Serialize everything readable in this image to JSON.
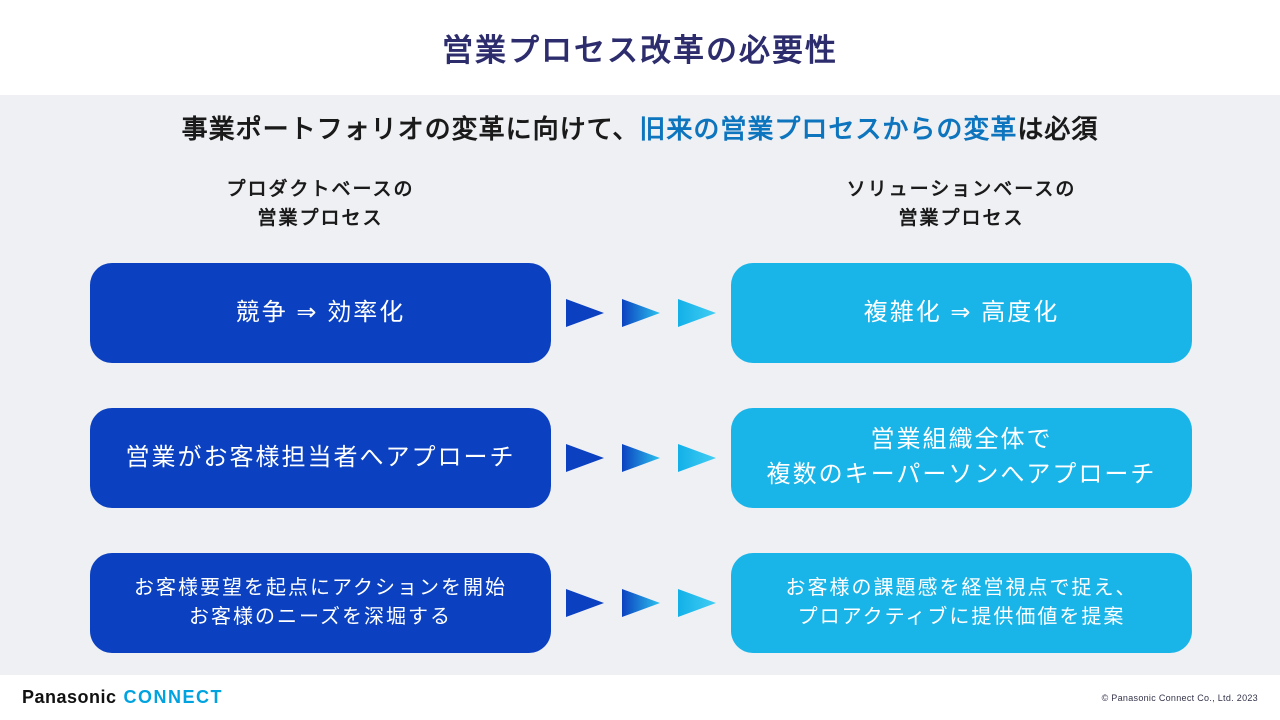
{
  "slide": {
    "title": "営業プロセス改革の必要性",
    "subtitle": {
      "prefix": "事業ポートフォリオの変革に向けて、",
      "highlight": "旧来の営業プロセスからの変革",
      "suffix": "は必須"
    },
    "columns": {
      "left": {
        "line1": "プロダクトベースの",
        "line2": "営業プロセス"
      },
      "right": {
        "line1": "ソリューションベースの",
        "line2": "営業プロセス"
      }
    },
    "process_rows": [
      {
        "left_lines": [
          "競争 ⇒ 効率化"
        ],
        "right_lines": [
          "複雑化 ⇒ 高度化"
        ]
      },
      {
        "left_lines": [
          "営業がお客様担当者へアプローチ"
        ],
        "right_lines": [
          "営業組織全体で",
          "複数のキーパーソンへアプローチ"
        ]
      },
      {
        "left_lines": [
          "お客様要望を起点にアクションを開始",
          "お客様のニーズを深堀する"
        ],
        "right_lines": [
          "お客様の課題感を経営視点で捉え、",
          "プロアクティブに提供価値を提案"
        ]
      }
    ],
    "icons": {
      "arrow": "right-triangle"
    },
    "colors": {
      "title_navy": "#2d2d6e",
      "highlight_blue": "#0d74be",
      "box_dark_blue": "#0b41c0",
      "box_light_blue": "#19b5e9",
      "logo_cyan": "#00a3e0",
      "background_gray": "#eff0f4"
    },
    "footer": {
      "logo_brand": "Panasonic",
      "logo_connect": "CONNECT",
      "copyright": "© Panasonic Connect Co., Ltd. 2023"
    }
  }
}
